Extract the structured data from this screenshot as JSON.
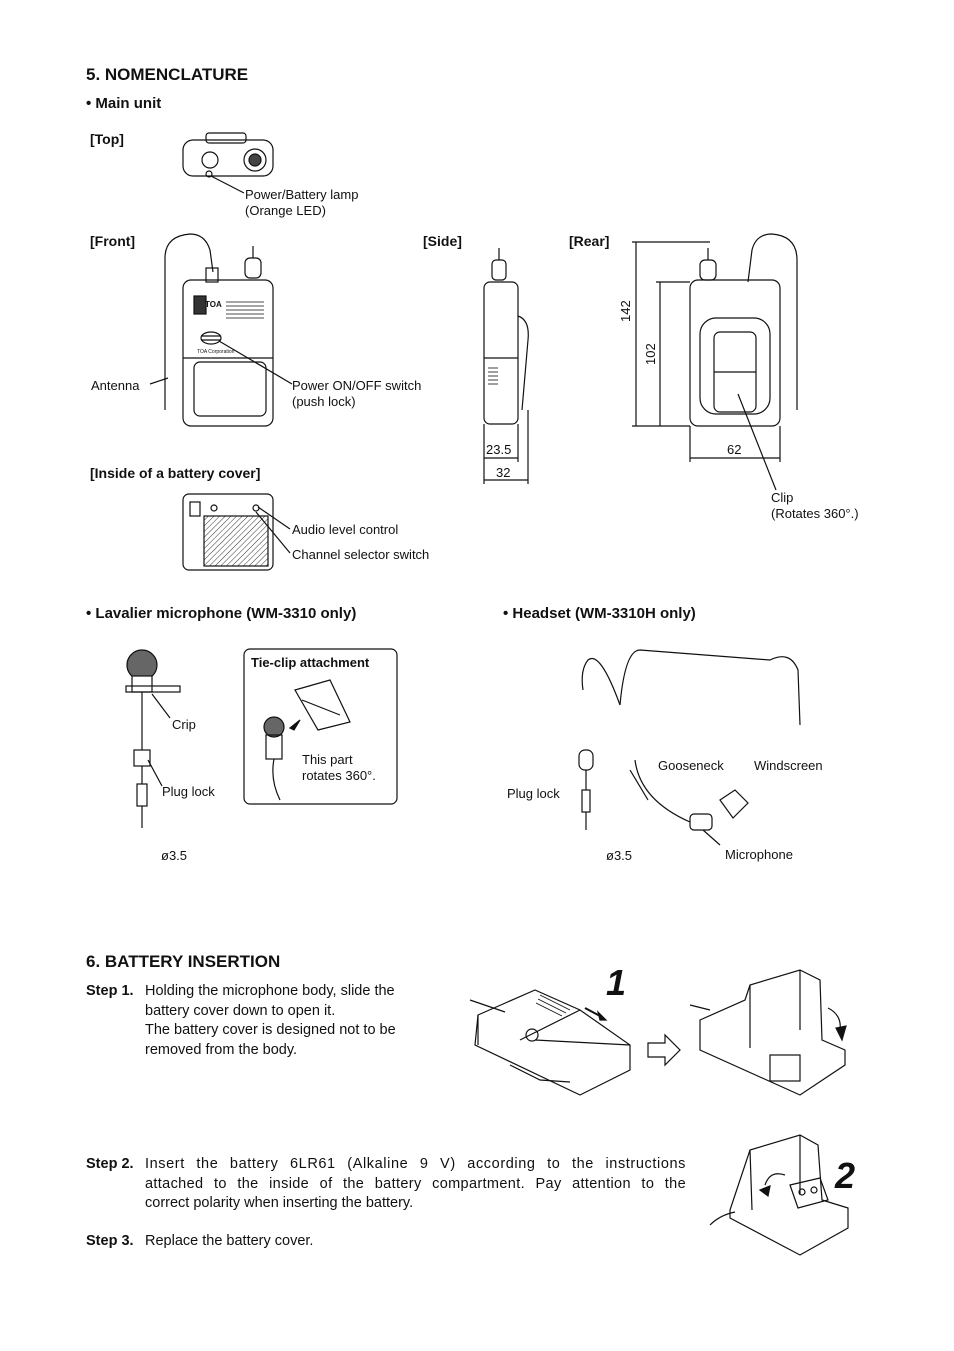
{
  "nomenclature": {
    "title": "5. NOMENCLATURE",
    "main_unit": "• Main unit",
    "views": {
      "top": "[Top]",
      "front": "[Front]",
      "side": "[Side]",
      "rear": "[Rear]",
      "battery_cover": "[Inside of a battery cover]"
    },
    "labels": {
      "power_lamp_1": "Power/Battery lamp",
      "power_lamp_2": "(Orange LED)",
      "antenna": "Antenna",
      "power_switch_1": "Power ON/OFF switch",
      "power_switch_2": "(push lock)",
      "clip_1": "Clip",
      "clip_2": "(Rotates 360°.)",
      "audio_level": "Audio level control",
      "channel_selector": "Channel selector switch",
      "brand": "TOA",
      "brand_corp": "TOA Corporation"
    },
    "dimensions": {
      "height_total": "142",
      "height_body": "102",
      "width": "62",
      "depth_body": "23.5",
      "depth_total": "32"
    }
  },
  "lavalier": {
    "title": "• Lavalier microphone (WM-3310 only)",
    "crip": "Crip",
    "plug_lock": "Plug lock",
    "diameter": "ø3.5",
    "tie_clip_title": "Tie-clip attachment",
    "rotates_1": "This part",
    "rotates_2": "rotates 360°."
  },
  "headset": {
    "title": "• Headset (WM-3310H only)",
    "gooseneck": "Gooseneck",
    "windscreen": "Windscreen",
    "plug_lock": "Plug lock",
    "diameter": "ø3.5",
    "microphone": "Microphone"
  },
  "battery": {
    "title": "6. BATTERY INSERTION",
    "step1_label": "Step 1.",
    "step1_lines": [
      "Holding the microphone body, slide the",
      "battery cover down to open it.",
      "The battery cover is designed not to be",
      "removed from the body."
    ],
    "step2_label": "Step 2.",
    "step2_lines": [
      "Insert the battery 6LR61 (Alkaline 9 V) according to the instructions",
      "attached to the inside of the battery compartment. Pay attention to the",
      "correct polarity when inserting the battery."
    ],
    "step3_label": "Step 3.",
    "step3_text": "Replace the battery cover.",
    "fig1_number": "1",
    "fig2_number": "2"
  }
}
